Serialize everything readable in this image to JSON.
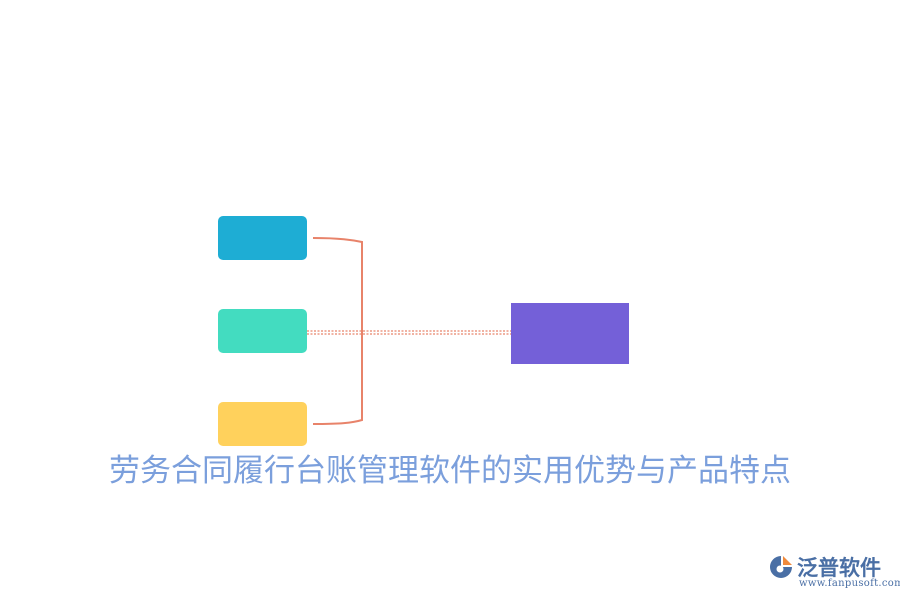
{
  "diagram": {
    "title": "劳务合同履行台账管理软件的实用优势与产品特点",
    "colors": {
      "box_blue": "#1eadd4",
      "box_teal": "#43dcc0",
      "box_yellow": "#ffd15c",
      "box_purple": "#7460d8",
      "connector": "#e8836a",
      "title": "#7b9fdc"
    }
  },
  "logo": {
    "name": "泛普软件",
    "url": "www.fanpusoft.com",
    "icon": "fanpu-logo-icon"
  }
}
